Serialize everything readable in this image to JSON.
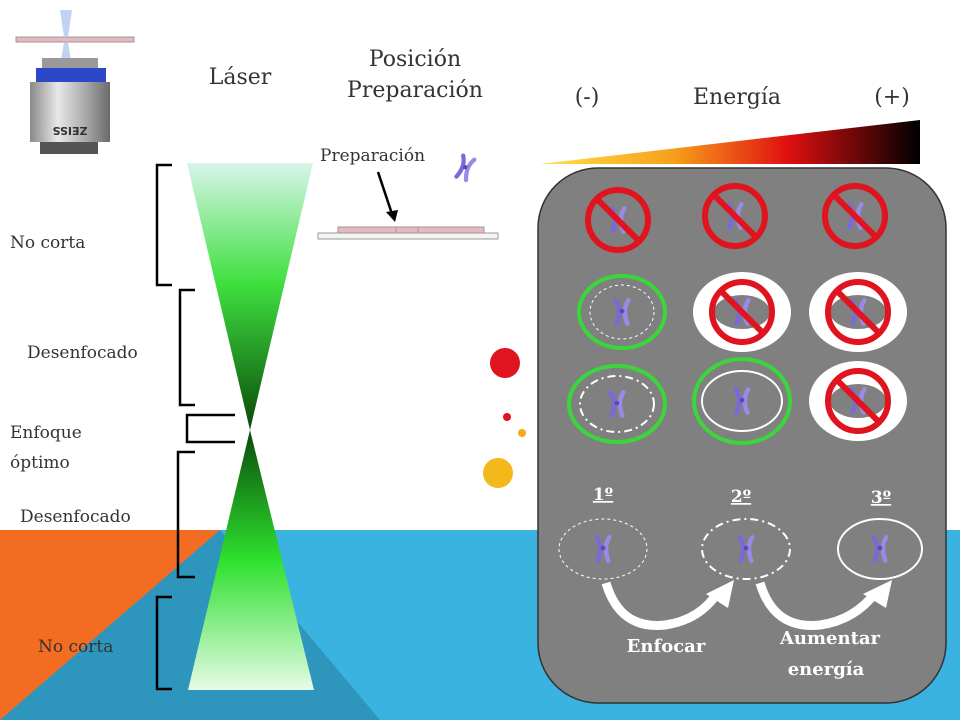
{
  "header": {
    "laser": "Láser",
    "position_line1": "Posición",
    "position_line2": "Preparación",
    "energy_minus": "(-)",
    "energy": "Energía",
    "energy_plus": "(+)"
  },
  "preparation_label": "Preparación",
  "beam_zones": [
    {
      "label": "No corta"
    },
    {
      "label": "Desenfocado"
    },
    {
      "label_line1": "Enfoque",
      "label_line2": "óptimo"
    },
    {
      "label": "Desenfocado"
    },
    {
      "label": "No corta"
    }
  ],
  "steps": [
    "1º",
    "2º",
    "3º"
  ],
  "actions": {
    "focus": "Enfocar",
    "increase_line1": "Aumentar",
    "increase_line2": "energía"
  },
  "microscope_brand": "ZEISS",
  "colors": {
    "beam": "#19d219",
    "panel": "#808080",
    "blue_bg": "#3ab3e0",
    "orange_bg": "#f26c22",
    "prohibit": "#e0141e",
    "ok_ring": "#3ad63a",
    "chromosome": "#8877dd"
  }
}
